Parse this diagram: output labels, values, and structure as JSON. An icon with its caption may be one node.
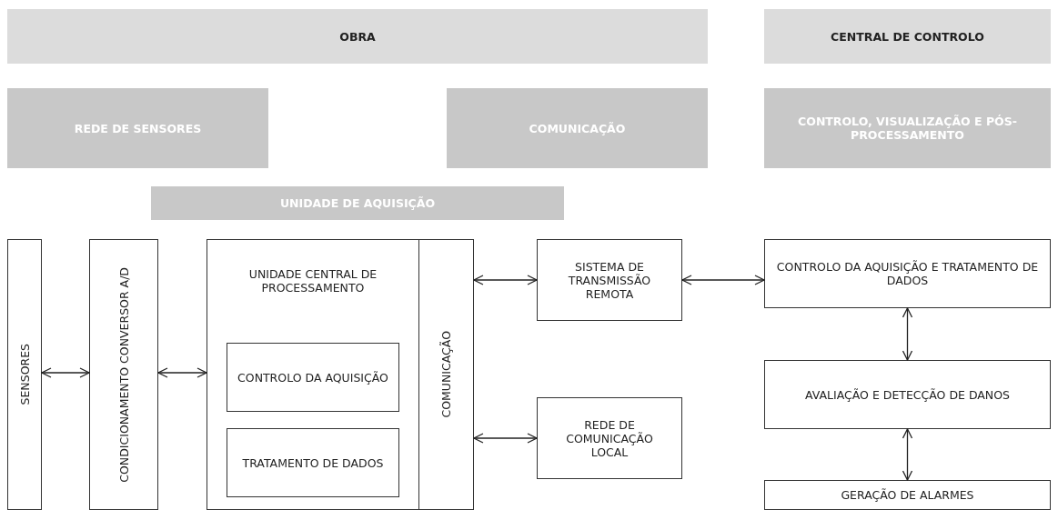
{
  "diagram": {
    "nodes": [
      {
        "text": [
          "OBRA"
        ]
      },
      {
        "text": [
          "CENTRAL DE CONTROLO"
        ]
      },
      {
        "text": [
          "REDE DE SENSORES"
        ]
      },
      {
        "text": [
          "COMUNICAÇÃO"
        ]
      },
      {
        "text": [
          "CONTROLO, VISUALIZAÇÃO E PÓS-PROCESSAMENTO"
        ]
      },
      {
        "text": [
          "UNIDADE DE AQUISIÇÃO"
        ]
      },
      {
        "text": [
          "SENSORES"
        ]
      },
      {
        "text": [
          "CONDICIONAMENTO CONVERSOR A/D"
        ]
      },
      {
        "text": [
          "UNIDADE CENTRAL DE PROCESSAMENTO"
        ]
      },
      {
        "text": [
          "CONTROLO DA AQUISIÇÃO"
        ],
        "in": 8
      },
      {
        "text": [
          "TRATAMENTO DE DADOS"
        ],
        "in": 8
      },
      {
        "text": [
          "COMUNICAÇÃO"
        ]
      },
      {
        "text": [
          "SISTEMA DE TRANSMISSÃO REMOTA"
        ]
      },
      {
        "text": [
          "REDE DE COMUNICAÇÃO LOCAL"
        ]
      },
      {
        "text": [
          "CONTROLO DA AQUISIÇÃO E TRATAMENTO DE DADOS"
        ]
      },
      {
        "text": [
          "AVALIAÇÃO E DETECÇÃO DE DANOS"
        ]
      },
      {
        "text": [
          "GERAÇÃO DE ALARMES"
        ]
      }
    ],
    "edges": [
      {
        "from": 6,
        "to": 7,
        "arrow": "both"
      },
      {
        "from": 7,
        "to": 8,
        "arrow": "both"
      },
      {
        "from": 11,
        "to": 12,
        "arrow": "both"
      },
      {
        "from": 11,
        "to": 13,
        "arrow": "both"
      },
      {
        "from": 12,
        "to": 14,
        "arrow": "both"
      },
      {
        "from": 14,
        "to": 15,
        "arrow": "both"
      },
      {
        "from": 15,
        "to": 16,
        "arrow": "both"
      }
    ]
  }
}
